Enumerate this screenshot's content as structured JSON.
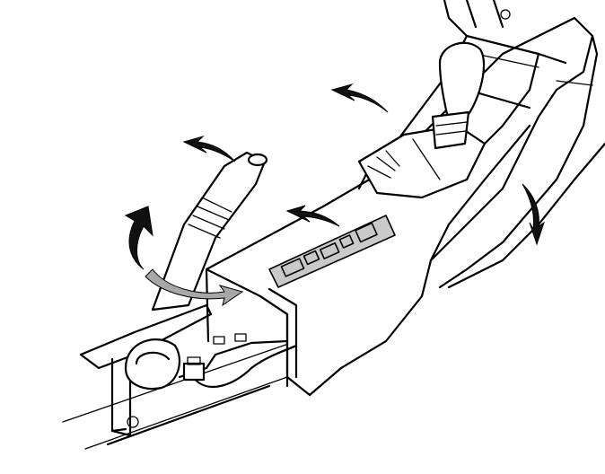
{
  "figure": {
    "subject": "center-console-removal",
    "parts": [
      "shift-knob",
      "shift-boot",
      "console-trim-panel",
      "parking-brake-lever",
      "switch-panel",
      "console-body",
      "mounting-bracket",
      "wiring-harness",
      "connector"
    ],
    "icons": [
      "arrow-icon"
    ],
    "colors": {
      "line": "#000000",
      "switch-panel": "#c9c9c9",
      "grey-arrow": "#a7a7a7",
      "dark-arrow": "#111111"
    }
  }
}
